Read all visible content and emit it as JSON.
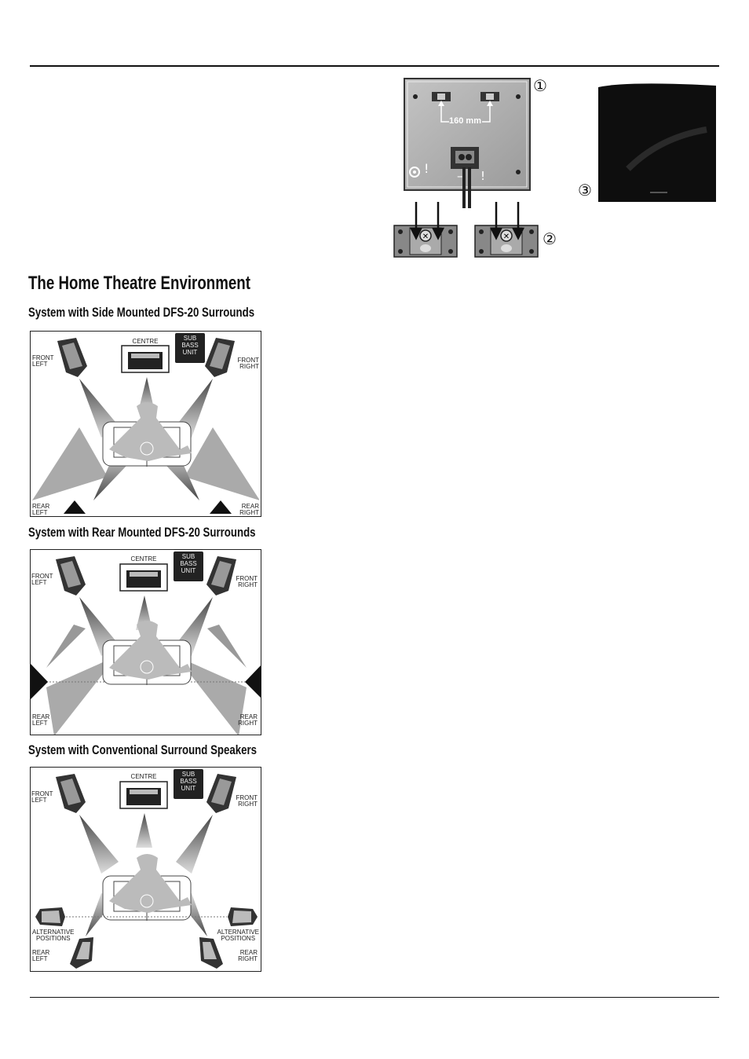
{
  "page": {
    "title": "The Home Theatre Environment"
  },
  "mounting": {
    "callouts": [
      "①",
      "②",
      "③"
    ],
    "dimension": "160 mm"
  },
  "diagrams": [
    {
      "heading": "System with Side Mounted DFS-20 Surrounds",
      "labels": {
        "centre": "CENTRE",
        "sub": "SUB\nBASS\nUNIT",
        "front_left": "FRONT\nLEFT",
        "front_right": "FRONT\nRIGHT",
        "rear_left": "REAR\nLEFT",
        "rear_right": "REAR\nRIGHT"
      }
    },
    {
      "heading": "System with Rear Mounted DFS-20 Surrounds",
      "labels": {
        "centre": "CENTRE",
        "sub": "SUB\nBASS\nUNIT",
        "front_left": "FRONT\nLEFT",
        "front_right": "FRONT\nRIGHT",
        "rear_left": "REAR\nLEFT",
        "rear_right": "REAR\nRIGHT"
      }
    },
    {
      "heading": "System with Conventional Surround Speakers",
      "labels": {
        "centre": "CENTRE",
        "sub": "SUB\nBASS\nUNIT",
        "front_left": "FRONT\nLEFT",
        "front_right": "FRONT\nRIGHT",
        "alt_left": "ALTERNATIVE\nPOSITIONS",
        "alt_right": "ALTERNATIVE\nPOSITIONS",
        "rear_left": "REAR\nLEFT",
        "rear_right": "REAR\nRIGHT"
      }
    }
  ]
}
